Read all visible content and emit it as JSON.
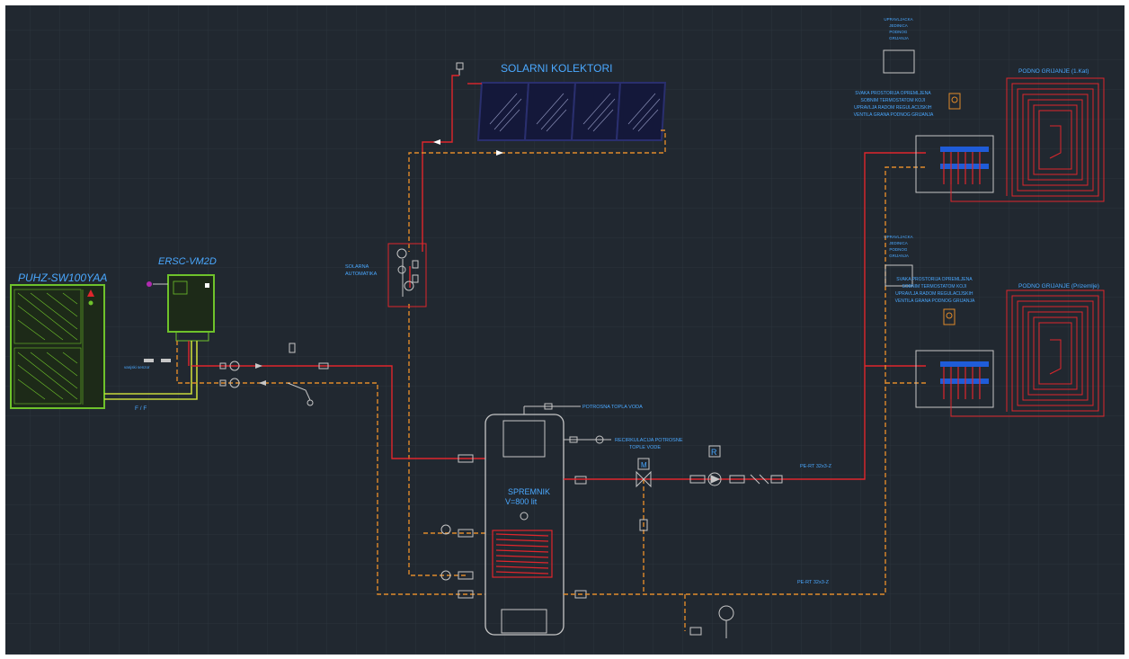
{
  "labels": {
    "solar": "SOLARNI  KOLEKTORI",
    "heatpump": "PUHZ-SW100YAA",
    "hydrobox": "ERSC-VM2D",
    "solar_station": [
      "SOLARNA",
      "AUTOMATIKA"
    ],
    "tank": [
      "SPREMNIK",
      "V=800  lit"
    ],
    "dhw": "POTROSNA TOPLA VODA",
    "recirc": [
      "RECIRKULACIJA POTROSNE",
      "TOPLE VODE"
    ],
    "valve_m": "M",
    "pump_r": "R",
    "pipe_flow": "PE-RT 32x3-Z",
    "pipe_return": "PE-RT 32x3-Z",
    "ff": "F / F",
    "outdoor_sensor": "vanjski senzor",
    "floor1": "PODNO  GRIJANJE  (1.Kat)",
    "floor2": "PODNO  GRIJANJE  (Prizemlje)",
    "ctrl_top": [
      "UPRAVLJACKA",
      "JEDINICA",
      "PODNOG",
      "GRIJANJA"
    ],
    "ctrl_mid": [
      "UPRAVLJACKA",
      "JEDINICA",
      "PODNOG",
      "GRIJANJA"
    ],
    "room_note": [
      "SVAKA PROSTORIJA OPREMLJENA",
      "SOBNIM TERMOSTATOM KOJI",
      "UPRAVLJA RADOM REGULACIJSKIH",
      "VENTILA GRANA PODNOG GRIJANJA"
    ]
  },
  "colors": {
    "background": "#212830",
    "grid": "#2c343d",
    "supply": "#e0262c",
    "return": "#e08a2a",
    "green": "#6ec22b",
    "text": "#4aa8ff",
    "panel": "#1a1f4a",
    "equipment": "#c6c6c6"
  }
}
